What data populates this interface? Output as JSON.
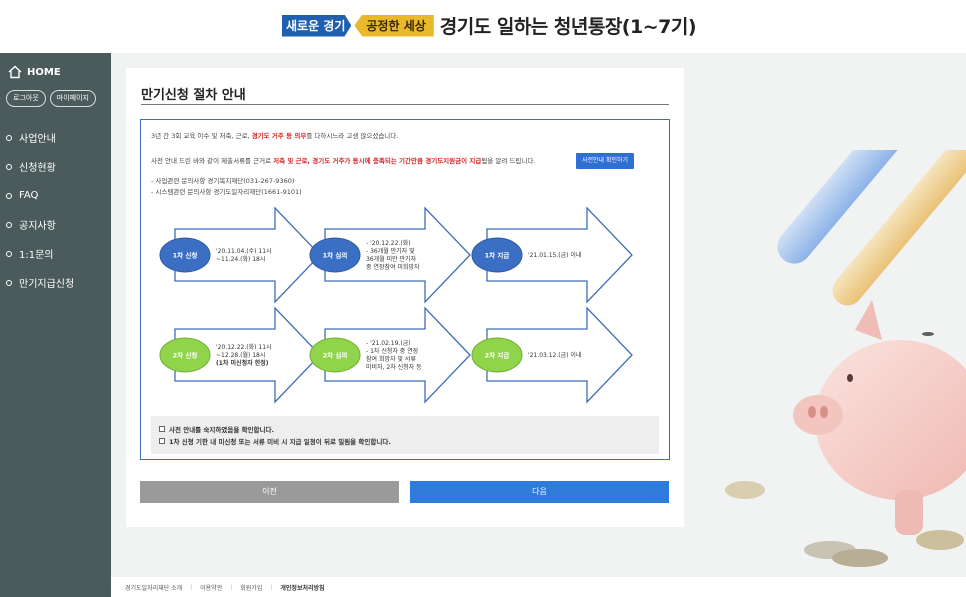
{
  "header": {
    "badge1": "새로운 경기",
    "badge2": "공정한 세상",
    "title": "경기도 일하는 청년통장(1~7기)"
  },
  "sidebar": {
    "home": "HOME",
    "logout": "로그아웃",
    "mypage": "마이페이지",
    "items": [
      {
        "label": "사업안내"
      },
      {
        "label": "신청현황"
      },
      {
        "label": "FAQ"
      },
      {
        "label": "공지사항"
      },
      {
        "label": "1:1문의"
      },
      {
        "label": "만기지급신청"
      }
    ]
  },
  "main": {
    "title": "만기신청 절차 안내",
    "line1_pre": "3년 간 3회 교육 이수 및 저축, 근로, ",
    "line1_red": "경기도 거주 등 의무",
    "line1_post": "를 다하시느라 고생 많으셨습니다.",
    "line2_pre": "사전 안내 드린 바와 같이 제출서류를 근거로 ",
    "line2_red": "저축 및 근로, 경기도 거주가 동시에 충족되는 기간만큼 경기도지원금이 지급",
    "line2_post": "됨을 알려 드립니다.",
    "guide_button": "사전안내 확인하기",
    "contact1": "- 사업관련 문의사항 경기복지재단(031-267-9360)",
    "contact2": "- 시스템관련 문의사항 경기도일자리재단(1661-9101)",
    "flow": {
      "row1": [
        {
          "label": "1차 신청",
          "lines": [
            "'20.11.04.(수) 11시",
            "~11.24.(화) 18시"
          ]
        },
        {
          "label": "1차 심의",
          "lines": [
            "- '20.12.22.(화)",
            "- 36개월 만기자 및",
            "36개월 미만 만기자",
            "중 연장참여 미희망자"
          ]
        },
        {
          "label": "1차 지급",
          "lines": [
            "'21.01.15.(금) 이내"
          ]
        }
      ],
      "row2": [
        {
          "label": "2차 신청",
          "lines": [
            "'20.12.22.(화) 11시",
            "~12.28.(월) 18시",
            "(1차 미신청자 한정)"
          ]
        },
        {
          "label": "2차 심의",
          "lines": [
            "- '21.02.19.(금)",
            "- 1차 신청자 중 연장",
            "참여 희망자 및 서류",
            "미비자, 2차 신청자 등"
          ]
        },
        {
          "label": "2차 지급",
          "lines": [
            "'21.03.12.(금) 이내"
          ]
        }
      ]
    },
    "check1": "사전 안내를 숙지하였음을 확인합니다.",
    "check2": "1차 신청 기한 내 미신청 또는 서류 미비 시 지급 일정이 뒤로 밀림을 확인합니다.",
    "prev_button": "이전",
    "next_button": "다음"
  },
  "footer": {
    "items": [
      "경기도일자리재단 소개",
      "이용약관",
      "회원가입",
      "개인정보처리방침"
    ]
  },
  "colors": {
    "blue_ellipse": "#3a6fc4",
    "green_ellipse": "#8fd44a",
    "sidebar": "#4b5a5a",
    "accent": "#2f7bdc"
  }
}
